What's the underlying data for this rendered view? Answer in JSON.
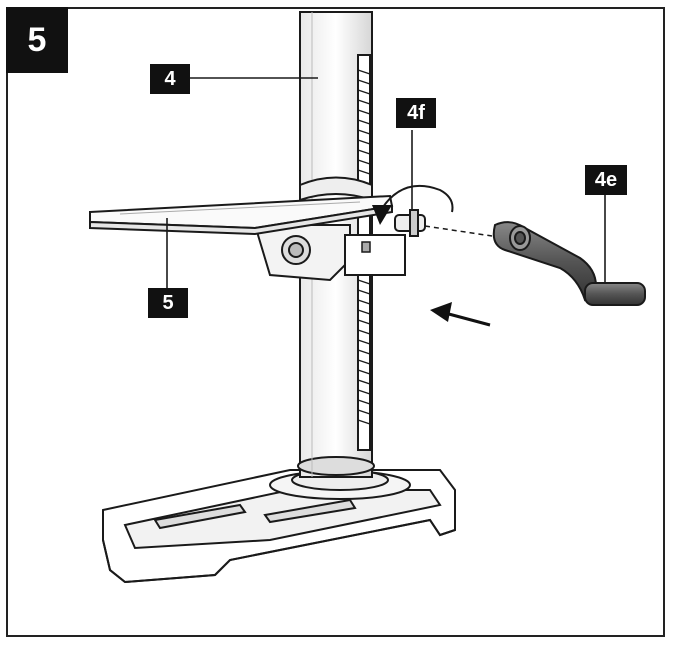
{
  "figure": {
    "number": "5"
  },
  "labels": {
    "column": "4",
    "table": "5",
    "handle_shaft": "4f",
    "crank_handle": "4e"
  },
  "colors": {
    "label_bg": "#111111",
    "label_text": "#ffffff",
    "line": "#1a1a1a"
  }
}
